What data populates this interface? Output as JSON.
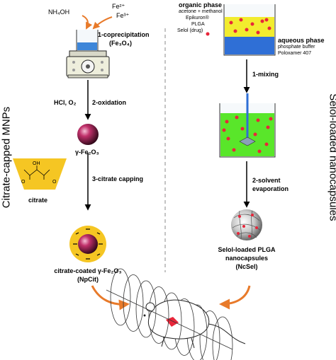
{
  "left": {
    "section_title": "Citrate-capped MNPs",
    "reagents": {
      "base": "NH₄OH",
      "fe2": "Fe²⁺",
      "fe3": "Fe³⁺"
    },
    "step1": {
      "label": "1-coprecipitation",
      "product": "(Fe₃O₄)"
    },
    "step2": {
      "reagents": "HCl, O₂",
      "label": "2-oxidation",
      "product": "γ-Fe₂O₃"
    },
    "step3": {
      "label": "3-citrate capping",
      "citrate_label": "citrate"
    },
    "final": {
      "name": "citrate-coated γ-Fe₂O₃",
      "code": "(NpCit)"
    }
  },
  "right": {
    "section_title": "Selol-loaded nanocapsules",
    "organic_phase": {
      "title": "organic phase",
      "lines": [
        "acetone + methanol",
        "Epikuron®",
        "PLGA",
        "Selol (drug)"
      ]
    },
    "aqueous_phase": {
      "title": "aqueous phase",
      "lines": [
        "phosphate buffer",
        "Poloxamer 407"
      ]
    },
    "step1": {
      "label": "1-mixing"
    },
    "step2": {
      "label_line1": "2-solvent",
      "label_line2": "evaporation"
    },
    "final": {
      "line1": "Selol-loaded PLGA",
      "line2": "nanocapsules",
      "code": "(NcSel)"
    }
  },
  "colors": {
    "nanoparticle": "#c0306a",
    "coating": "#f5c623",
    "organic_phase": "#f2ec2e",
    "aqueous_phase": "#2f6fd6",
    "mixing_liquid": "#59e62a",
    "drug": "#e8263a",
    "curved_arrow": "#e87a2a",
    "divider": "#8a8a8a"
  }
}
